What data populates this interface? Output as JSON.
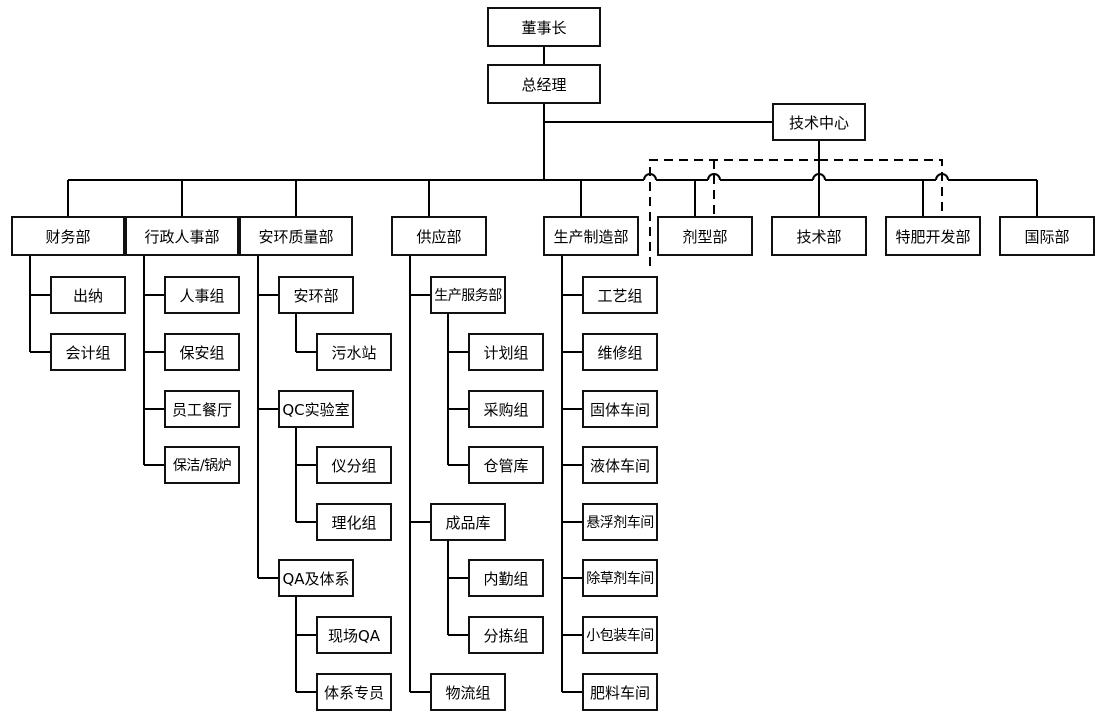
{
  "org": {
    "chairman": "董事长",
    "gm": "总经理",
    "tech_center": "技术中心",
    "finance": {
      "name": "财务部",
      "units": [
        "出纳",
        "会计组"
      ]
    },
    "admin_hr": {
      "name": "行政人事部",
      "units": [
        "人事组",
        "保安组",
        "员工餐厅",
        "保洁/锅炉"
      ]
    },
    "safety_quality": {
      "name": "安环质量部",
      "groups": [
        {
          "name": "安环部",
          "units": [
            "污水站"
          ]
        },
        {
          "name": "QC实验室",
          "units": [
            "仪分组",
            "理化组"
          ]
        },
        {
          "name": "QA及体系",
          "units": [
            "现场QA",
            "体系专员"
          ]
        }
      ]
    },
    "supply": {
      "name": "供应部",
      "groups": [
        {
          "name": "生产服务部",
          "units": [
            "计划组",
            "采购组",
            "仓管库"
          ]
        },
        {
          "name": "成品库",
          "units": [
            "内勤组",
            "分拣组"
          ]
        },
        {
          "name": "物流组",
          "units": []
        }
      ]
    },
    "production": {
      "name": "生产制造部",
      "units": [
        "工艺组",
        "维修组",
        "固体车间",
        "液体车间",
        "悬浮剂车间",
        "除草剂车间",
        "小包装车间",
        "肥料车间"
      ]
    },
    "formulation": "剂型部",
    "technical": "技术部",
    "special_fertilizer": "特肥开发部",
    "international": "国际部"
  }
}
